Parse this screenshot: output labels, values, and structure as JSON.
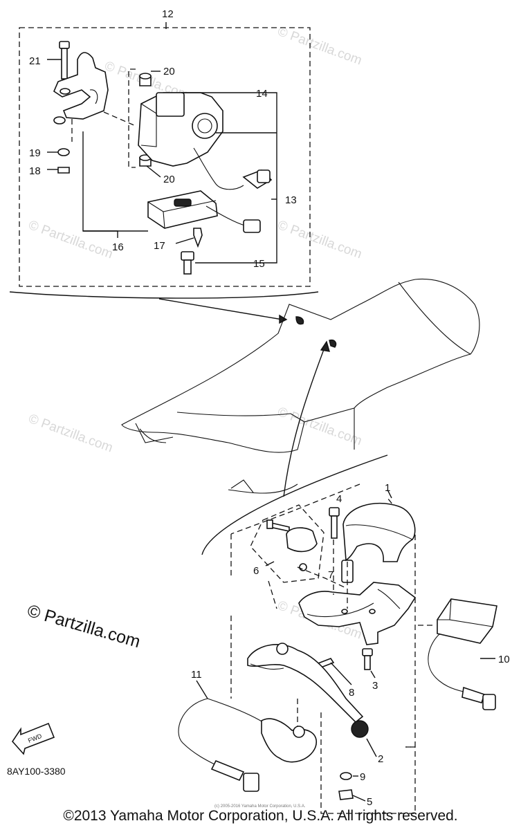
{
  "diagram_code": "8AY100-3380",
  "fwd_label": "FWD",
  "watermark": "© Partzilla.com",
  "site_credit": "© Partzilla.com",
  "small_note": "(c) 2005-2016 Yamaha Motor Corporation, U.S.A.",
  "copyright": "©2013 Yamaha Motor Corporation, U.S.A. All rights reserved.",
  "callouts": {
    "c1": "1",
    "c2": "2",
    "c3": "3",
    "c4": "4",
    "c5": "5",
    "c6": "6",
    "c7": "7",
    "c8": "8",
    "c9": "9",
    "c10": "10",
    "c11": "11",
    "c12": "12",
    "c13": "13",
    "c14": "14",
    "c15": "15",
    "c16": "16",
    "c17": "17",
    "c18": "18",
    "c19": "19",
    "c20a": "20",
    "c20b": "20",
    "c21": "21"
  }
}
